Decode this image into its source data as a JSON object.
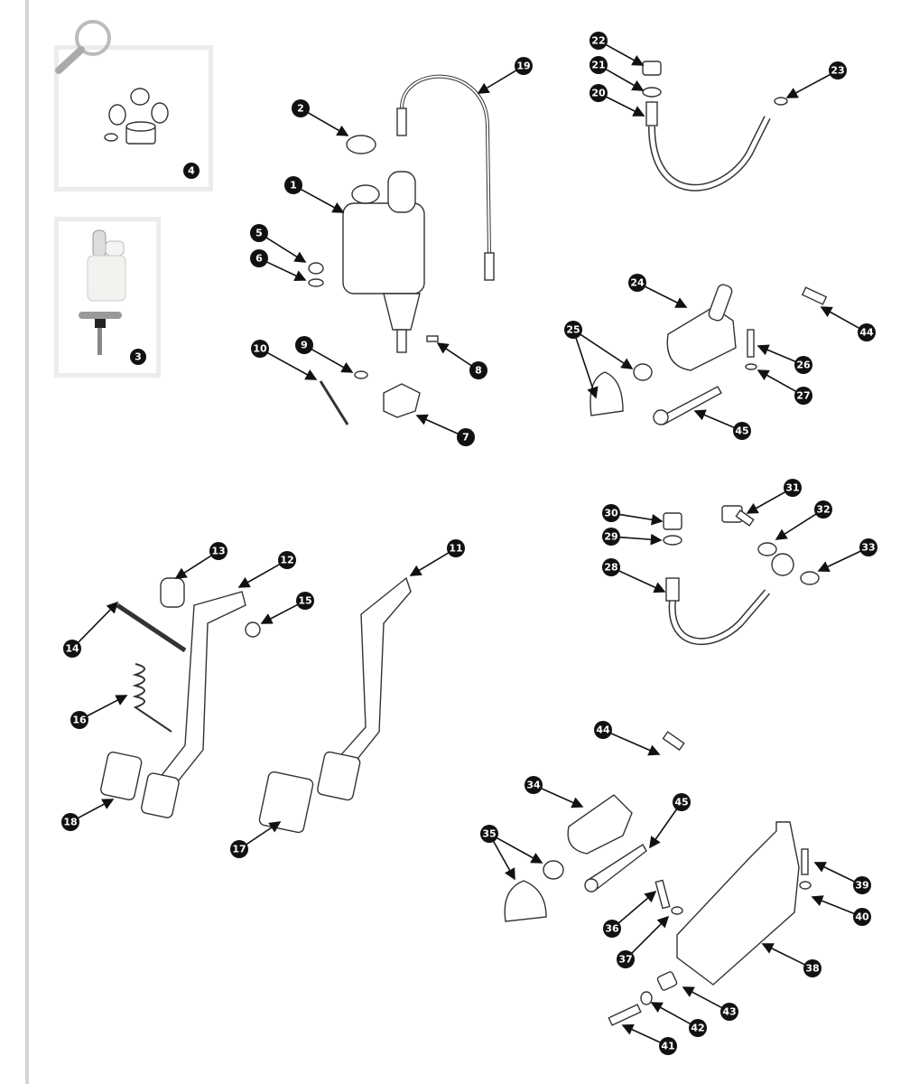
{
  "thumbnails": [
    {
      "part": "4",
      "icon": "magnifier-icon",
      "content": "seal-kit"
    },
    {
      "part": "3",
      "content": "master-cylinder"
    }
  ],
  "callouts": [
    "1",
    "2",
    "3",
    "4",
    "5",
    "6",
    "7",
    "8",
    "9",
    "10",
    "11",
    "12",
    "13",
    "14",
    "15",
    "16",
    "17",
    "18",
    "19",
    "20",
    "21",
    "22",
    "23",
    "24",
    "25",
    "26",
    "27",
    "28",
    "29",
    "30",
    "31",
    "32",
    "33",
    "34",
    "35",
    "36",
    "37",
    "38",
    "39",
    "40",
    "41",
    "42",
    "43",
    "44",
    "44",
    "45",
    "45"
  ],
  "colors": {
    "callout": "#111111",
    "line": "#333333",
    "frame": "#ececec"
  }
}
